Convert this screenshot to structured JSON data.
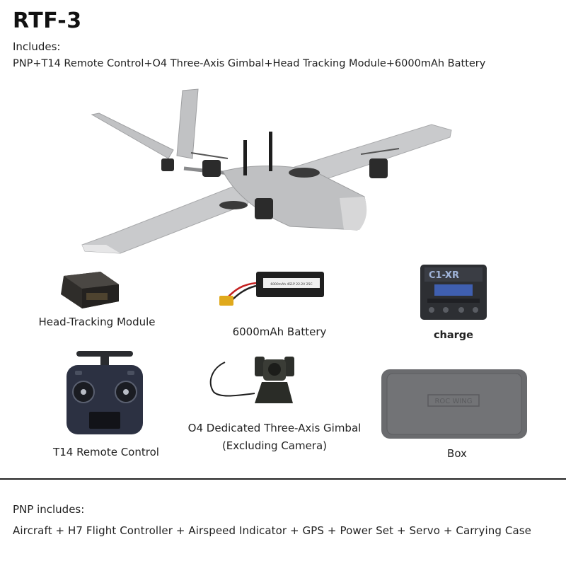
{
  "title": "RTF-3",
  "includes_label": "Includes:",
  "includes_text": "PNP+T14 Remote Control+O4 Three-Axis Gimbal+Head Tracking Module+6000mAh Battery",
  "items": {
    "head_tracking": "Head-Tracking Module",
    "battery": "6000mAh Battery",
    "battery_label_text": "6000mAh 4S1P 22.2V 25C",
    "charger": "charge",
    "remote": "T14 Remote Control",
    "gimbal_line1": "O4 Dedicated  Three-Axis Gimbal",
    "gimbal_line2": "(Excluding Camera)",
    "box": "Box",
    "box_logo": "ROC WING"
  },
  "pnp_label": "PNP includes:",
  "pnp_text": "Aircraft + H7 Flight Controller + Airspeed Indicator + GPS + Power Set + Servo + Carrying Case",
  "colors": {
    "airframe": "#c9cacc",
    "dark_parts": "#2b2b2b",
    "charger_screen": "#3f5fb0",
    "box": "#6a6b6e"
  }
}
